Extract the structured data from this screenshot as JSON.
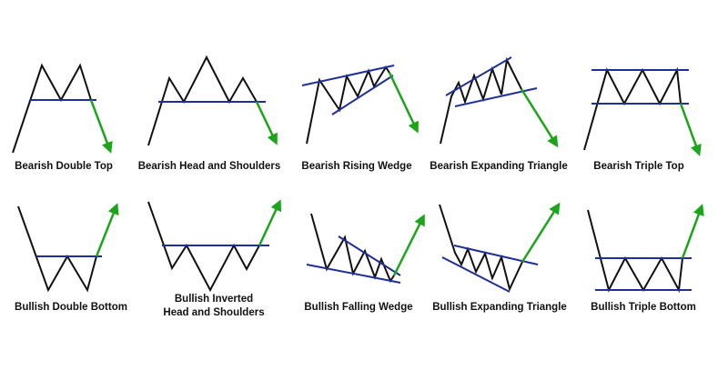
{
  "colors": {
    "price": "#111111",
    "level": "#1f2f9a",
    "arrow": "#1aa51a"
  },
  "patterns": [
    {
      "id": "bearish-double-top",
      "lines": [
        "Bearish Double Top"
      ],
      "arrow": "down"
    },
    {
      "id": "bearish-head-and-shoulders",
      "lines": [
        "Bearish Head and Shoulders"
      ],
      "arrow": "down"
    },
    {
      "id": "bearish-rising-wedge",
      "lines": [
        "Bearish Rising Wedge"
      ],
      "arrow": "down"
    },
    {
      "id": "bearish-expanding-triangle",
      "lines": [
        "Bearish Expanding Triangle"
      ],
      "arrow": "down"
    },
    {
      "id": "bearish-triple-top",
      "lines": [
        "Bearish Triple Top"
      ],
      "arrow": "down"
    },
    {
      "id": "bullish-double-bottom",
      "lines": [
        "Bullish Double Bottom"
      ],
      "arrow": "up"
    },
    {
      "id": "bullish-inverted-head-and-shoulders",
      "lines": [
        "Bullish Inverted",
        "Head and Shoulders"
      ],
      "arrow": "up"
    },
    {
      "id": "bullish-falling-wedge",
      "lines": [
        "Bullish Falling Wedge"
      ],
      "arrow": "up"
    },
    {
      "id": "bullish-expanding-triangle",
      "lines": [
        "Bullish Expanding Triangle"
      ],
      "arrow": "up"
    },
    {
      "id": "bullish-triple-bottom",
      "lines": [
        "Bullish Triple Bottom"
      ],
      "arrow": "up"
    }
  ]
}
